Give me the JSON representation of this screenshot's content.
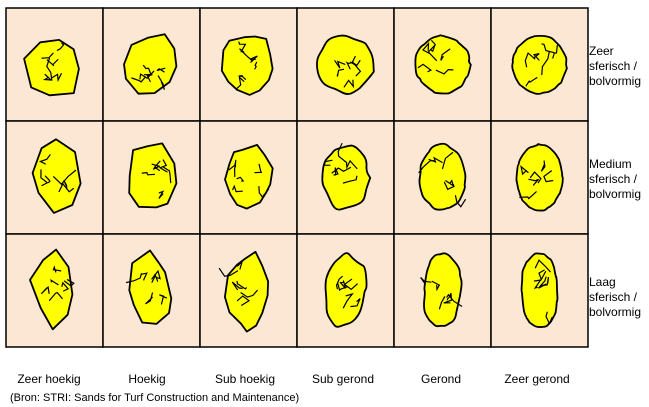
{
  "grid": {
    "rows": [
      {
        "label": "Zeer\nsferisch /\nbolvormig"
      },
      {
        "label": "Medium\nsferisch /\nbolvormig"
      },
      {
        "label": "Laag\nsferisch /\nbolvormig"
      }
    ],
    "columns": [
      {
        "label": "Zeer hoekig"
      },
      {
        "label": "Hoekig"
      },
      {
        "label": "Sub hoekig"
      },
      {
        "label": "Sub gerond"
      },
      {
        "label": "Gerond"
      },
      {
        "label": "Zeer gerond"
      }
    ]
  },
  "source": "(Bron: STRI: Sands for Turf Construction and Maintenance)",
  "colors": {
    "cell_background": "#fbe7d3",
    "grain_fill": "#ffff00",
    "outline": "#000000"
  }
}
